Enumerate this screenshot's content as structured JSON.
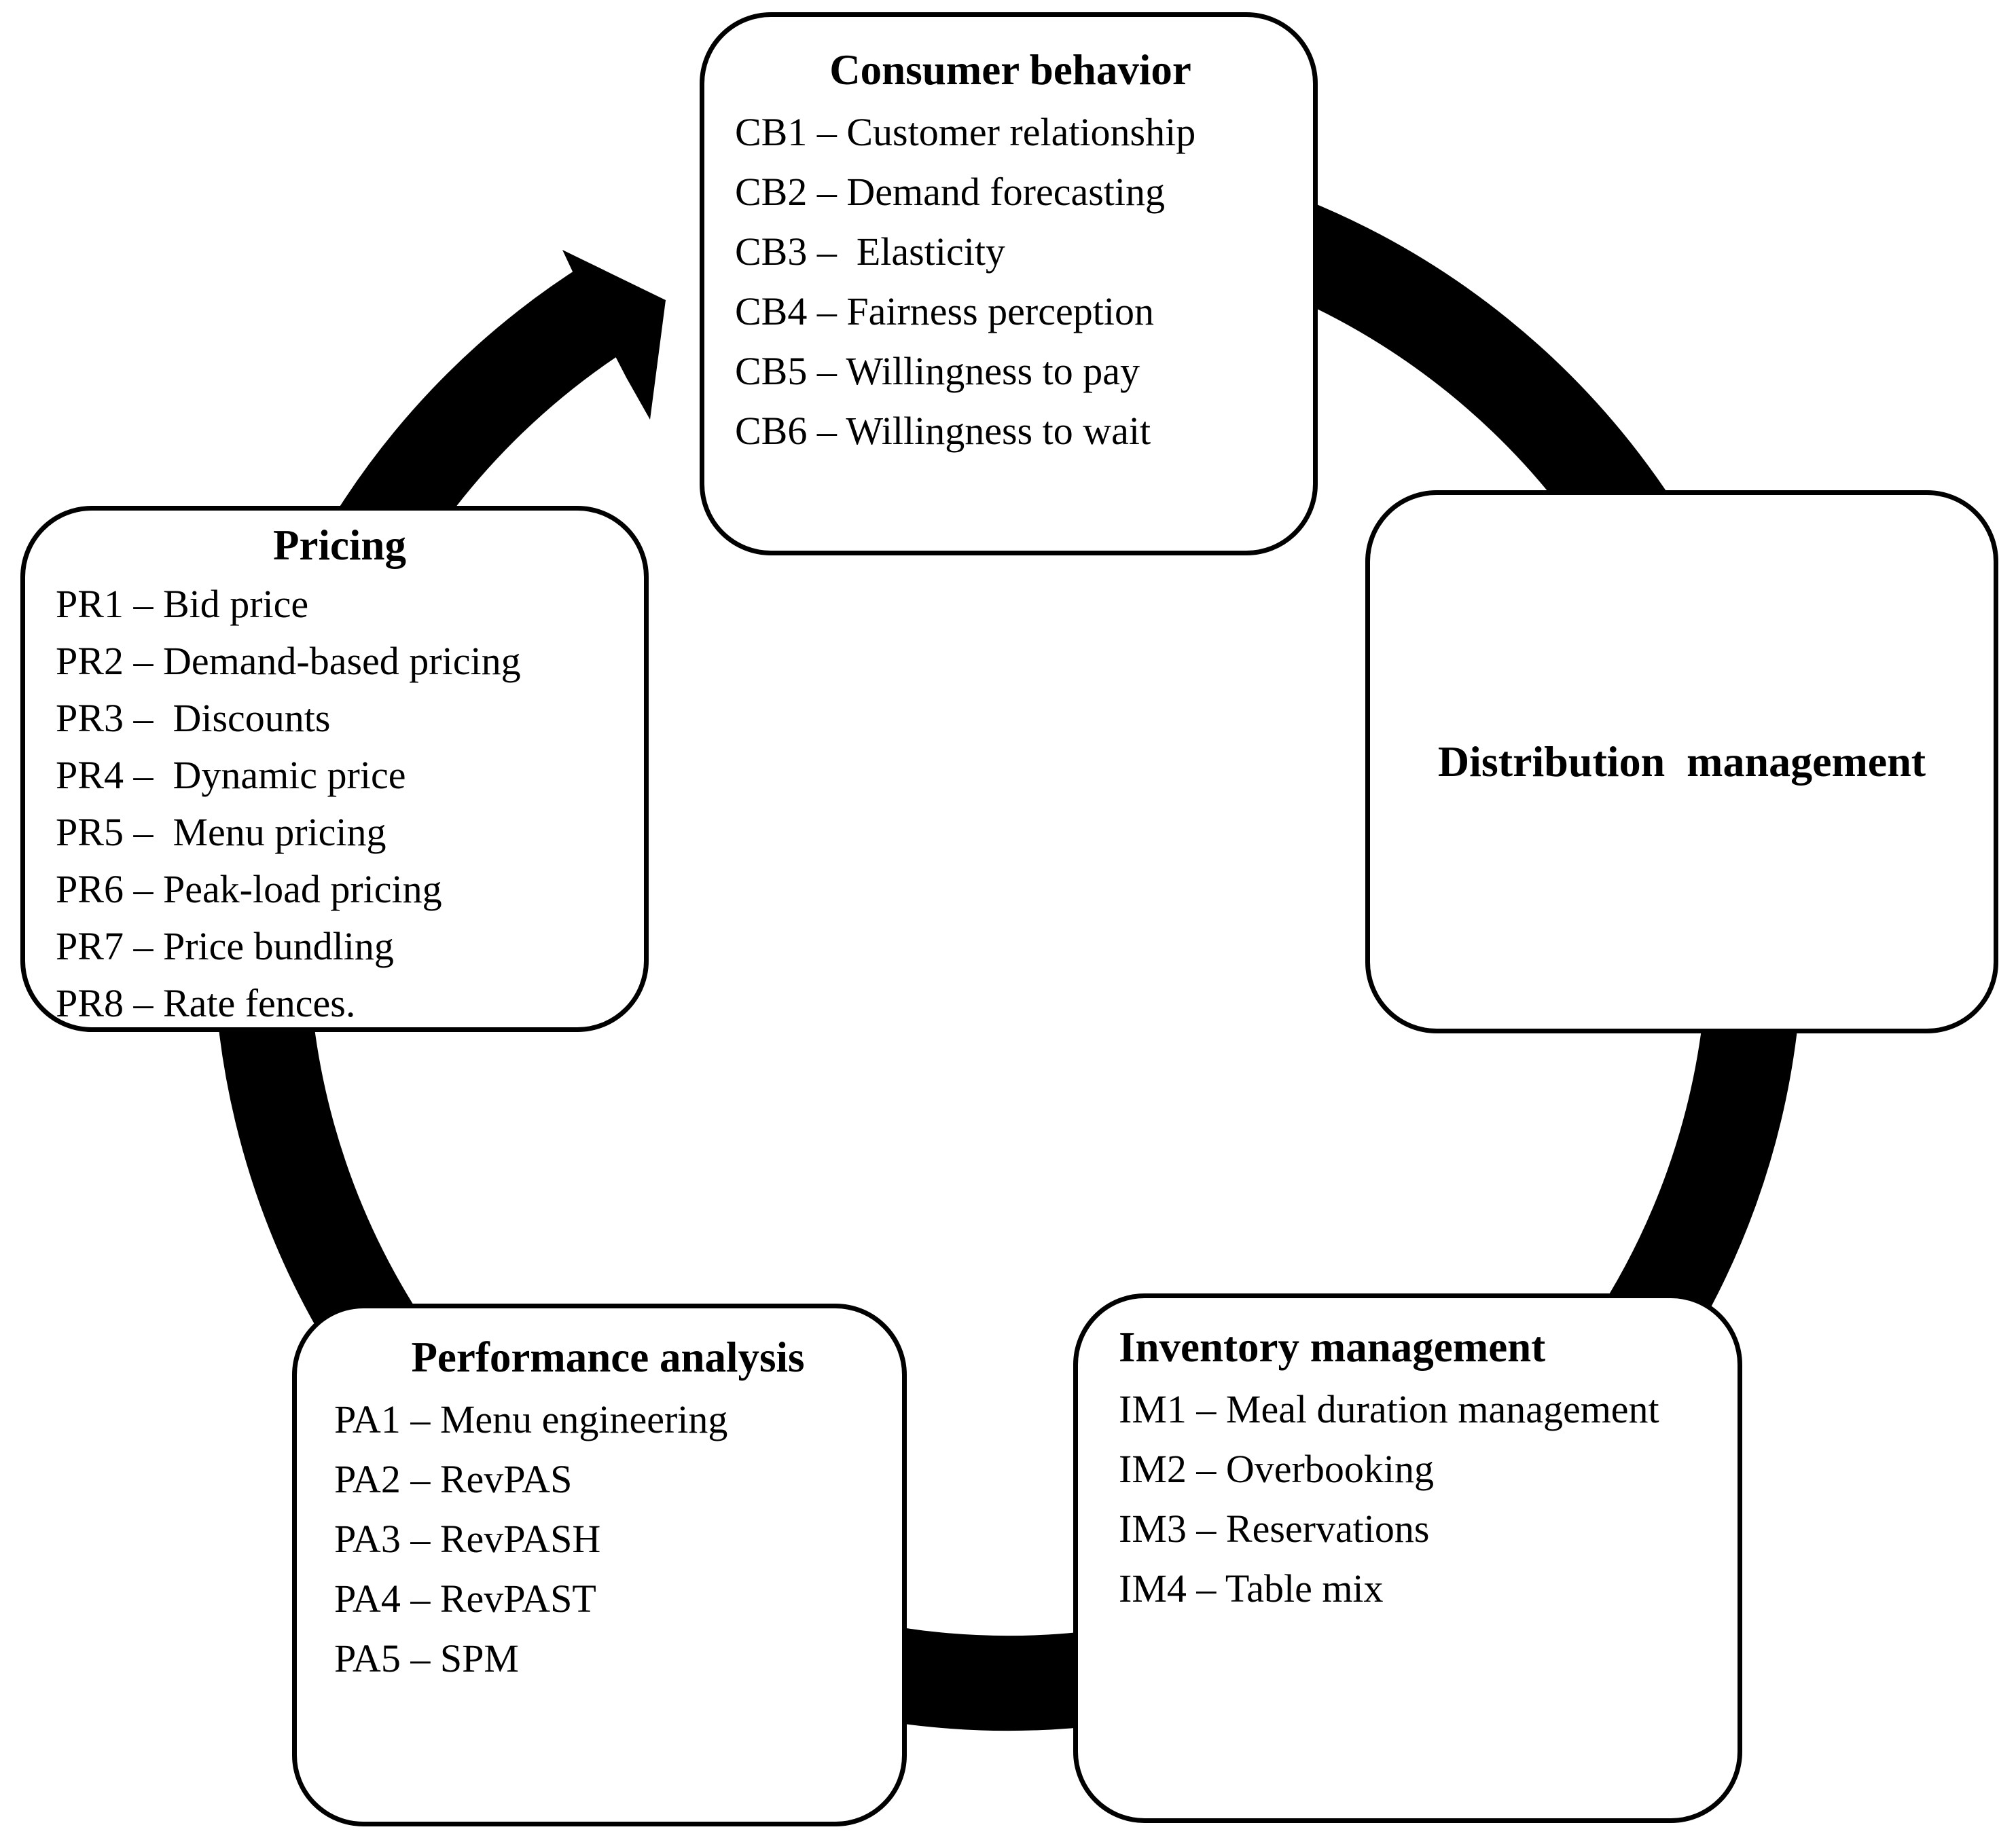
{
  "colors": {
    "ink": "#000000",
    "background": "#ffffff"
  },
  "cycle": {
    "boxes": [
      {
        "key": "consumer-behavior",
        "title": "Consumer behavior",
        "items": [
          "CB1 – Customer relationship",
          "CB2 – Demand forecasting",
          "CB3 –  Elasticity",
          "CB4 – Fairness perception",
          "CB5 – Willingness to pay",
          "CB6 – Willingness to wait"
        ]
      },
      {
        "key": "pricing",
        "title": "Pricing",
        "items": [
          "PR1 – Bid price",
          "PR2 – Demand-based pricing",
          "PR3 –  Discounts",
          "PR4 –  Dynamic price",
          "PR5 –  Menu pricing",
          "PR6 – Peak-load pricing",
          "PR7 – Price bundling",
          "PR8 – Rate fences."
        ]
      },
      {
        "key": "distribution-management",
        "title": "Distribution  management",
        "items": []
      },
      {
        "key": "performance-analysis",
        "title": "Performance analysis",
        "items": [
          "PA1 – Menu engineering",
          "PA2 – RevPAS",
          "PA3 – RevPASH",
          "PA4 – RevPAST",
          "PA5 – SPM"
        ]
      },
      {
        "key": "inventory-management",
        "title": "Inventory management",
        "items": [
          "IM1 – Meal duration management",
          "IM2 – Overbooking",
          "IM3 – Reservations",
          "IM4 – Table mix"
        ]
      }
    ]
  }
}
